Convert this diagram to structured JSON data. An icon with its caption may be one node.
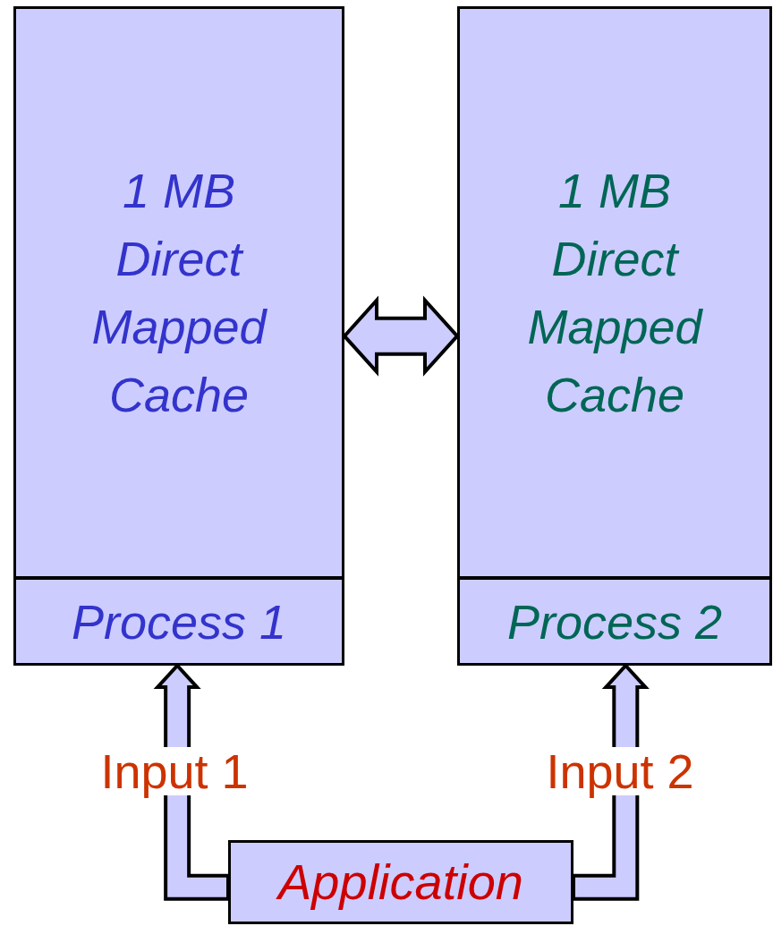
{
  "diagram": {
    "nodes": [
      {
        "text": [
          "1 MB Direct Mapped Cache"
        ]
      },
      {
        "text": [
          "Process 1"
        ]
      },
      {
        "text": [
          "1 MB Direct Mapped Cache"
        ]
      },
      {
        "text": [
          "Process 2"
        ]
      },
      {
        "text": [
          "Application"
        ]
      }
    ],
    "edges": [
      {
        "from": 0,
        "to": 2,
        "arrow": "both"
      },
      {
        "from": 4,
        "to": 1,
        "arrow": "to",
        "label": "Input 1"
      },
      {
        "from": 4,
        "to": 3,
        "arrow": "to",
        "label": "Input 2"
      }
    ]
  }
}
